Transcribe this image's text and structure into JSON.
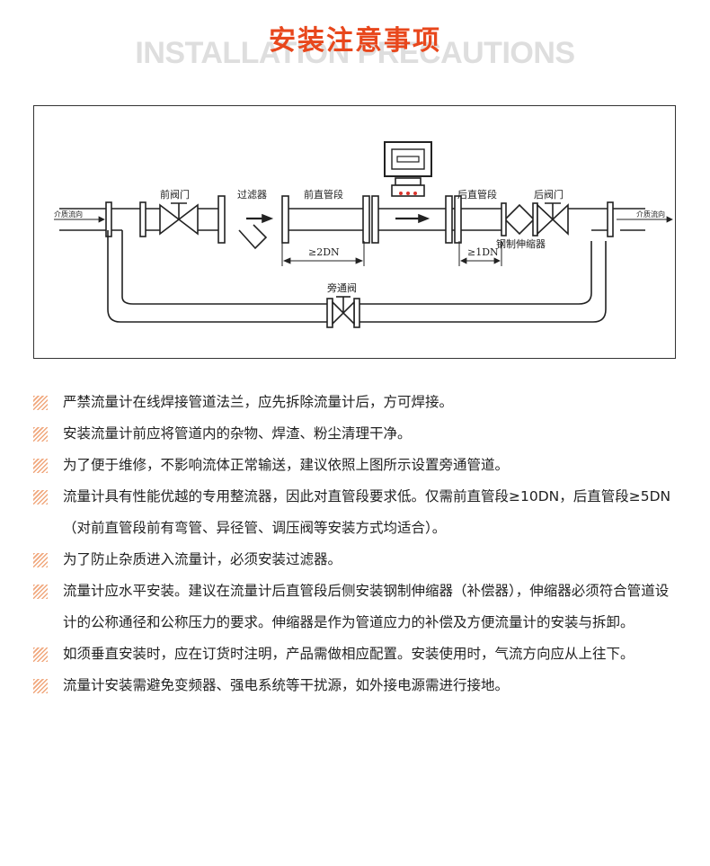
{
  "header": {
    "title": "安装注意事项",
    "subtitle": "INSTALLATION PRECAUTIONS"
  },
  "diagram": {
    "labels": {
      "flow_in": "介质流向",
      "flow_out": "介质流向",
      "front_valve": "前阀门",
      "filter": "过滤器",
      "front_straight": "前直管段",
      "rear_straight": "后直管段",
      "rear_valve": "后阀门",
      "expander": "钢制伸缩器",
      "dim_2dn": "≥2DN",
      "dim_1dn": "≥1DN",
      "bypass_valve": "旁通阀"
    }
  },
  "notes": [
    "严禁流量计在线焊接管道法兰，应先拆除流量计后，方可焊接。",
    "安装流量计前应将管道内的杂物、焊渣、粉尘清理干净。",
    "为了便于维修，不影响流体正常输送，建议依照上图所示设置旁通管道。",
    "流量计具有性能优越的专用整流器，因此对直管段要求低。仅需前直管段≥10DN，后直管段≥5DN（对前直管段前有弯管、异径管、调压阀等安装方式均适合）。",
    "为了防止杂质进入流量计，必须安装过滤器。",
    "流量计应水平安装。建议在流量计后直管段后侧安装钢制伸缩器（补偿器），伸缩器必须符合管道设计的公称通径和公称压力的要求。伸缩器是作为管道应力的补偿及方便流量计的安装与拆卸。",
    "如须垂直安装时，应在订货时注明，产品需做相应配置。安装使用时，气流方向应从上往下。",
    "流量计安装需避免变频器、强电系统等干扰源，如外接电源需进行接地。"
  ]
}
